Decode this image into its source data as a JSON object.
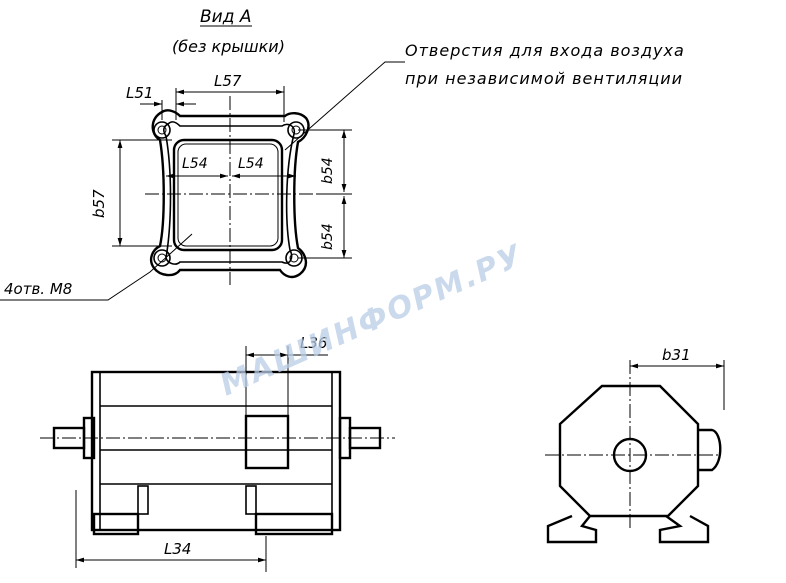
{
  "view_title": "Вид А",
  "view_subtitle": "(без крышки)",
  "note_line1": "Отверстия для входа воздуха",
  "note_line2": "при независимой вентиляции",
  "holes_label": "4отв. М8",
  "dims": {
    "l51": "L51",
    "l57": "L57",
    "l54_left": "L54",
    "l54_right": "L54",
    "b57": "b57",
    "b54_upper": "b54",
    "b54_lower": "b54",
    "l36": "L36",
    "l34": "L34",
    "b31": "b31"
  },
  "watermark": "МАШИНФОРМ.РУ"
}
